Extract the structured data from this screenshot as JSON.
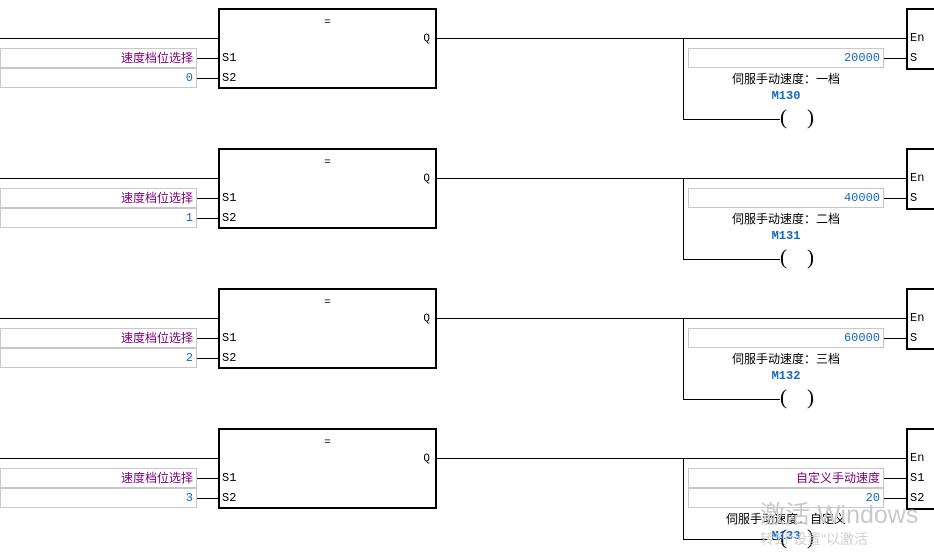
{
  "editor": {
    "name": "ladder-logic-editor",
    "colors": {
      "wire": "#000000",
      "symbol_text": "#800080",
      "value_text": "#1268c3",
      "field_border": "#c8c8c8",
      "block_border": "#000000",
      "background": "#ffffff"
    }
  },
  "labels": {
    "compare_operator": "=",
    "pin_q": "Q",
    "pin_s1": "S1",
    "pin_s2": "S2",
    "pin_en": "En",
    "pin_s": "S"
  },
  "rungs": [
    {
      "id": "rung-1",
      "compare": {
        "operator": "=",
        "s1_symbol": "速度档位选择",
        "s2_value": "0",
        "output": "Q"
      },
      "move": {
        "en": "En",
        "s_value": "20000"
      },
      "coil": {
        "comment": "伺服手动速度：一档",
        "address": "M130"
      }
    },
    {
      "id": "rung-2",
      "compare": {
        "operator": "=",
        "s1_symbol": "速度档位选择",
        "s2_value": "1",
        "output": "Q"
      },
      "move": {
        "en": "En",
        "s_value": "40000"
      },
      "coil": {
        "comment": "伺服手动速度：二档",
        "address": "M131"
      }
    },
    {
      "id": "rung-3",
      "compare": {
        "operator": "=",
        "s1_symbol": "速度档位选择",
        "s2_value": "2",
        "output": "Q"
      },
      "move": {
        "en": "En",
        "s_value": "60000"
      },
      "coil": {
        "comment": "伺服手动速度：三档",
        "address": "M132"
      }
    },
    {
      "id": "rung-4",
      "compare": {
        "operator": "=",
        "s1_symbol": "速度档位选择",
        "s2_value": "3",
        "output": "Q"
      },
      "move": {
        "en": "En",
        "s1_symbol": "自定义手动速度",
        "s2_value": "20"
      },
      "coil": {
        "comment": "伺服手动速度：自定义",
        "address": "M133"
      }
    }
  ],
  "watermark": {
    "title": "激活 Windows",
    "subtitle": "转到\"设置\"以激活"
  }
}
